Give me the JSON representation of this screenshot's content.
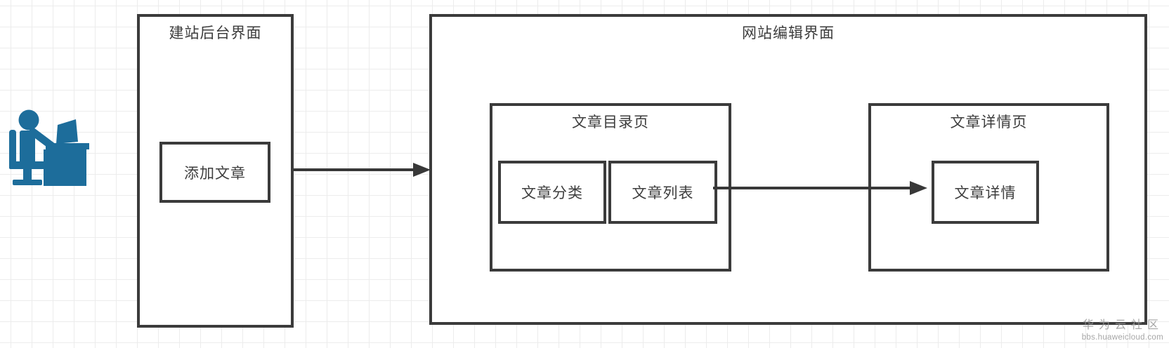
{
  "diagram": {
    "backend_panel": {
      "title": "建站后台界面",
      "add_article_label": "添加文章"
    },
    "editor_panel": {
      "title": "网站编辑界面",
      "directory_page": {
        "title": "文章目录页",
        "category_label": "文章分类",
        "list_label": "文章列表"
      },
      "detail_page": {
        "title": "文章详情页",
        "detail_label": "文章详情"
      }
    },
    "icons": {
      "actor": "person-at-desk-icon",
      "arrows": [
        "arrow-backend-to-editor",
        "arrow-list-to-detail"
      ]
    },
    "colors": {
      "accent": "#1d6d9b",
      "border": "#3b3b3b",
      "text": "#3d3d3d",
      "watermark": "#a3a3a3"
    }
  },
  "watermark": {
    "community": "华为云社区",
    "url": "bbs.huaweicloud.com"
  }
}
